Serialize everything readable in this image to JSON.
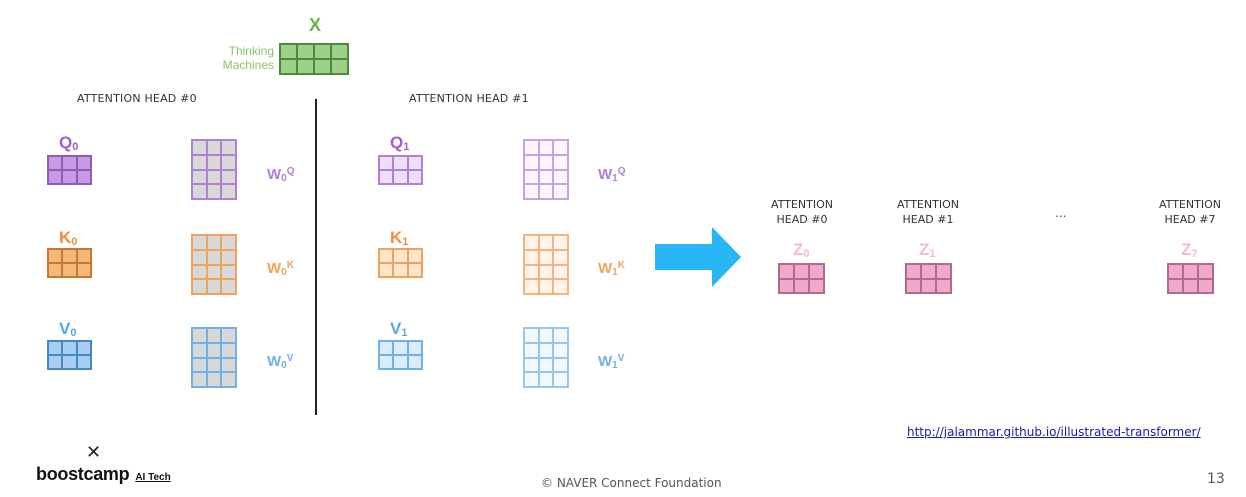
{
  "input": {
    "label": "X",
    "words": [
      "Thinking",
      "Machines"
    ]
  },
  "heads": [
    {
      "title": "ATTENTION HEAD #0",
      "idx": "0"
    },
    {
      "title": "ATTENTION HEAD #1",
      "idx": "1"
    }
  ],
  "weight_superscripts": {
    "q": "Q",
    "k": "K",
    "v": "V"
  },
  "matrix_letters": {
    "q": "Q",
    "k": "K",
    "v": "V",
    "w": "W",
    "z": "Z"
  },
  "results": [
    {
      "line1": "ATTENTION",
      "line2": "HEAD #0",
      "idx": "0"
    },
    {
      "line1": "ATTENTION",
      "line2": "HEAD #1",
      "idx": "1"
    },
    {
      "line1": "ATTENTION",
      "line2": "HEAD #7",
      "idx": "7"
    }
  ],
  "ellipsis": "...",
  "source_link": "http://jalammar.github.io/illustrated-transformer/",
  "footer": {
    "brand": "boostcamp",
    "brand_sub": "AI Tech",
    "copyright": "© NAVER Connect Foundation",
    "page": "13"
  },
  "colors": {
    "q_dark": "#b27fd6",
    "q_light": "#ecdff7",
    "k_dark": "#f0a25c",
    "k_light": "#fde5cc",
    "v_dark": "#6fb1e8",
    "v_light": "#dcebfa",
    "x_fill": "#9fd08a",
    "z_fill": "#f0a8cb",
    "arrow": "#29b6f6"
  }
}
